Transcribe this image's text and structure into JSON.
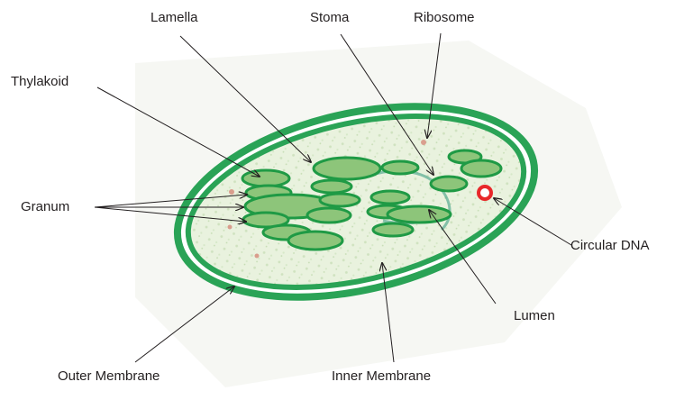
{
  "labels": {
    "lamella": "Lamella",
    "stoma": "Stoma",
    "ribosome": "Ribosome",
    "thylakoid": "Thylakoid",
    "granum": "Granum",
    "circular_dna": "Circular DNA",
    "lumen": "Lumen",
    "outer_membrane": "Outer Membrane",
    "inner_membrane": "Inner Membrane"
  },
  "colors": {
    "membrane": "#2aa356",
    "stroma": "#e8f1dd",
    "stroma_texture": "#c9dfb9",
    "thylakoid_fill": "#8dc57a",
    "thylakoid_edge": "#1f9a45",
    "ribosome": "#d68a7a",
    "dna": "#e8282a",
    "leader_line": "#231f20",
    "shadow": "#d6dad2"
  }
}
